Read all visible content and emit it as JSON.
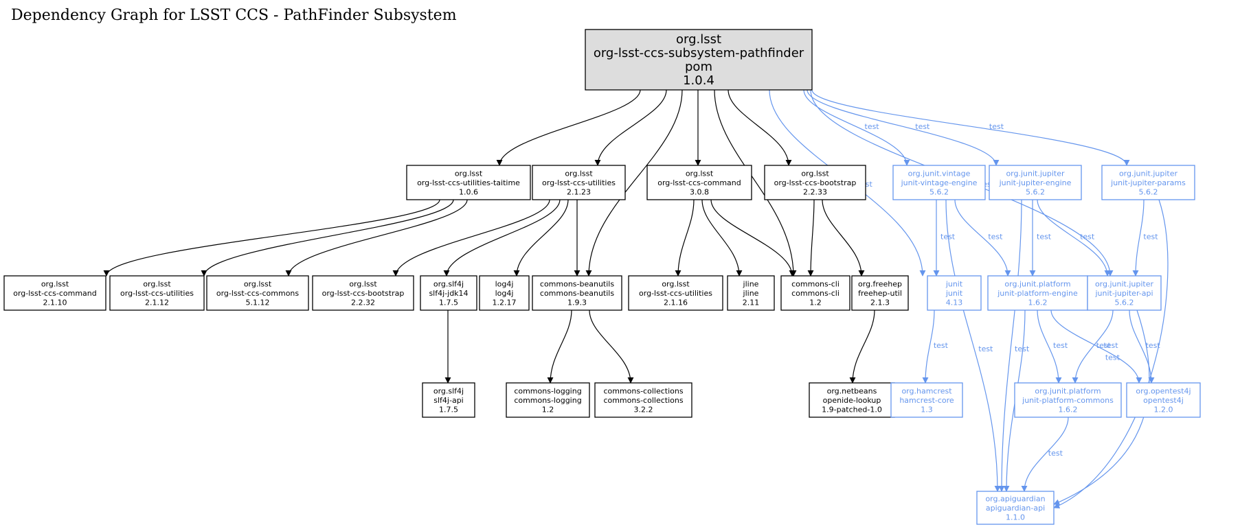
{
  "title": "Dependency Graph for LSST CCS - PathFinder Subsystem",
  "colors": {
    "compile": "#000000",
    "test": "#6495ed",
    "root_fill": "#dddddd"
  },
  "nodes": [
    {
      "id": "root",
      "lines": [
        "org.lsst",
        "org-lsst-ccs-subsystem-pathfinder",
        "pom",
        "1.0.4"
      ],
      "kind": "root"
    },
    {
      "id": "taitime",
      "lines": [
        "org.lsst",
        "org-lsst-ccs-utilities-taitime",
        "1.0.6"
      ],
      "kind": "compile"
    },
    {
      "id": "util2123",
      "lines": [
        "org.lsst",
        "org-lsst-ccs-utilities",
        "2.1.23"
      ],
      "kind": "compile"
    },
    {
      "id": "cmd308",
      "lines": [
        "org.lsst",
        "org-lsst-ccs-command",
        "3.0.8"
      ],
      "kind": "compile"
    },
    {
      "id": "boot2233",
      "lines": [
        "org.lsst",
        "org-lsst-ccs-bootstrap",
        "2.2.33"
      ],
      "kind": "compile"
    },
    {
      "id": "vintage",
      "lines": [
        "org.junit.vintage",
        "junit-vintage-engine",
        "5.6.2"
      ],
      "kind": "test"
    },
    {
      "id": "jupeng",
      "lines": [
        "org.junit.jupiter",
        "junit-jupiter-engine",
        "5.6.2"
      ],
      "kind": "test"
    },
    {
      "id": "juppar",
      "lines": [
        "org.junit.jupiter",
        "junit-jupiter-params",
        "5.6.2"
      ],
      "kind": "test"
    },
    {
      "id": "cmd2110",
      "lines": [
        "org.lsst",
        "org-lsst-ccs-command",
        "2.1.10"
      ],
      "kind": "compile"
    },
    {
      "id": "util2112",
      "lines": [
        "org.lsst",
        "org-lsst-ccs-utilities",
        "2.1.12"
      ],
      "kind": "compile"
    },
    {
      "id": "common",
      "lines": [
        "org.lsst",
        "org-lsst-ccs-commons",
        "5.1.12"
      ],
      "kind": "compile"
    },
    {
      "id": "boot2232",
      "lines": [
        "org.lsst",
        "org-lsst-ccs-bootstrap",
        "2.2.32"
      ],
      "kind": "compile"
    },
    {
      "id": "slf4jjdk",
      "lines": [
        "org.slf4j",
        "slf4j-jdk14",
        "1.7.5"
      ],
      "kind": "compile"
    },
    {
      "id": "log4j",
      "lines": [
        "log4j",
        "log4j",
        "1.2.17"
      ],
      "kind": "compile"
    },
    {
      "id": "beanutils",
      "lines": [
        "commons-beanutils",
        "commons-beanutils",
        "1.9.3"
      ],
      "kind": "compile"
    },
    {
      "id": "util2116",
      "lines": [
        "org.lsst",
        "org-lsst-ccs-utilities",
        "2.1.16"
      ],
      "kind": "compile"
    },
    {
      "id": "jline",
      "lines": [
        "jline",
        "jline",
        "2.11"
      ],
      "kind": "compile"
    },
    {
      "id": "cli",
      "lines": [
        "commons-cli",
        "commons-cli",
        "1.2"
      ],
      "kind": "compile"
    },
    {
      "id": "freehep",
      "lines": [
        "org.freehep",
        "freehep-util",
        "2.1.3"
      ],
      "kind": "compile"
    },
    {
      "id": "junit",
      "lines": [
        "junit",
        "junit",
        "4.13"
      ],
      "kind": "test"
    },
    {
      "id": "plateng",
      "lines": [
        "org.junit.platform",
        "junit-platform-engine",
        "1.6.2"
      ],
      "kind": "test"
    },
    {
      "id": "jupapi",
      "lines": [
        "org.junit.jupiter",
        "junit-jupiter-api",
        "5.6.2"
      ],
      "kind": "test"
    },
    {
      "id": "slf4japi",
      "lines": [
        "org.slf4j",
        "slf4j-api",
        "1.7.5"
      ],
      "kind": "compile"
    },
    {
      "id": "logging",
      "lines": [
        "commons-logging",
        "commons-logging",
        "1.2"
      ],
      "kind": "compile"
    },
    {
      "id": "collections",
      "lines": [
        "commons-collections",
        "commons-collections",
        "3.2.2"
      ],
      "kind": "compile"
    },
    {
      "id": "openide",
      "lines": [
        "org.netbeans",
        "openide-lookup",
        "1.9-patched-1.0"
      ],
      "kind": "compile"
    },
    {
      "id": "hamcrest",
      "lines": [
        "org.hamcrest",
        "hamcrest-core",
        "1.3"
      ],
      "kind": "test"
    },
    {
      "id": "platcom",
      "lines": [
        "org.junit.platform",
        "junit-platform-commons",
        "1.6.2"
      ],
      "kind": "test"
    },
    {
      "id": "opentest",
      "lines": [
        "org.opentest4j",
        "opentest4j",
        "1.2.0"
      ],
      "kind": "test"
    },
    {
      "id": "apiguard",
      "lines": [
        "org.apiguardian",
        "apiguardian-api",
        "1.1.0"
      ],
      "kind": "test"
    }
  ],
  "edges": [
    {
      "from": "root",
      "to": "taitime",
      "kind": "compile",
      "label": ""
    },
    {
      "from": "root",
      "to": "util2123",
      "kind": "compile",
      "label": ""
    },
    {
      "from": "root",
      "to": "beanutils",
      "kind": "compile",
      "label": ""
    },
    {
      "from": "root",
      "to": "cmd308",
      "kind": "compile",
      "label": ""
    },
    {
      "from": "root",
      "to": "cli",
      "kind": "compile",
      "label": ""
    },
    {
      "from": "root",
      "to": "boot2233",
      "kind": "compile",
      "label": ""
    },
    {
      "from": "root",
      "to": "junit",
      "kind": "test",
      "label": "test"
    },
    {
      "from": "root",
      "to": "vintage",
      "kind": "test",
      "label": "test"
    },
    {
      "from": "root",
      "to": "jupeng",
      "kind": "test",
      "label": "test"
    },
    {
      "from": "root",
      "to": "jupapi",
      "kind": "test",
      "label": "test"
    },
    {
      "from": "root",
      "to": "juppar",
      "kind": "test",
      "label": "test"
    },
    {
      "from": "taitime",
      "to": "cmd2110",
      "kind": "compile",
      "label": ""
    },
    {
      "from": "taitime",
      "to": "util2112",
      "kind": "compile",
      "label": ""
    },
    {
      "from": "taitime",
      "to": "common",
      "kind": "compile",
      "label": ""
    },
    {
      "from": "util2123",
      "to": "boot2232",
      "kind": "compile",
      "label": ""
    },
    {
      "from": "util2123",
      "to": "slf4jjdk",
      "kind": "compile",
      "label": ""
    },
    {
      "from": "util2123",
      "to": "log4j",
      "kind": "compile",
      "label": ""
    },
    {
      "from": "util2123",
      "to": "beanutils",
      "kind": "compile",
      "label": ""
    },
    {
      "from": "cmd308",
      "to": "util2116",
      "kind": "compile",
      "label": ""
    },
    {
      "from": "cmd308",
      "to": "jline",
      "kind": "compile",
      "label": ""
    },
    {
      "from": "cmd308",
      "to": "cli",
      "kind": "compile",
      "label": ""
    },
    {
      "from": "boot2233",
      "to": "cli",
      "kind": "compile",
      "label": ""
    },
    {
      "from": "boot2233",
      "to": "freehep",
      "kind": "compile",
      "label": ""
    },
    {
      "from": "slf4jjdk",
      "to": "slf4japi",
      "kind": "compile",
      "label": ""
    },
    {
      "from": "beanutils",
      "to": "logging",
      "kind": "compile",
      "label": ""
    },
    {
      "from": "beanutils",
      "to": "collections",
      "kind": "compile",
      "label": ""
    },
    {
      "from": "freehep",
      "to": "openide",
      "kind": "compile",
      "label": ""
    },
    {
      "from": "vintage",
      "to": "junit",
      "kind": "test",
      "label": "test"
    },
    {
      "from": "vintage",
      "to": "plateng",
      "kind": "test",
      "label": "test"
    },
    {
      "from": "vintage",
      "to": "apiguard",
      "kind": "test",
      "label": "test"
    },
    {
      "from": "jupeng",
      "to": "plateng",
      "kind": "test",
      "label": "test"
    },
    {
      "from": "jupeng",
      "to": "jupapi",
      "kind": "test",
      "label": "test"
    },
    {
      "from": "jupeng",
      "to": "apiguard",
      "kind": "test",
      "label": "test"
    },
    {
      "from": "juppar",
      "to": "jupapi",
      "kind": "test",
      "label": "test"
    },
    {
      "from": "juppar",
      "to": "apiguard",
      "kind": "test",
      "label": "test"
    },
    {
      "from": "junit",
      "to": "hamcrest",
      "kind": "test",
      "label": "test"
    },
    {
      "from": "plateng",
      "to": "platcom",
      "kind": "test",
      "label": "test"
    },
    {
      "from": "plateng",
      "to": "opentest",
      "kind": "test",
      "label": "test"
    },
    {
      "from": "plateng",
      "to": "apiguard",
      "kind": "test",
      "label": "test"
    },
    {
      "from": "jupapi",
      "to": "platcom",
      "kind": "test",
      "label": "test"
    },
    {
      "from": "jupapi",
      "to": "opentest",
      "kind": "test",
      "label": "test"
    },
    {
      "from": "jupapi",
      "to": "apiguard",
      "kind": "test",
      "label": "test"
    },
    {
      "from": "platcom",
      "to": "apiguard",
      "kind": "test",
      "label": "test"
    }
  ]
}
